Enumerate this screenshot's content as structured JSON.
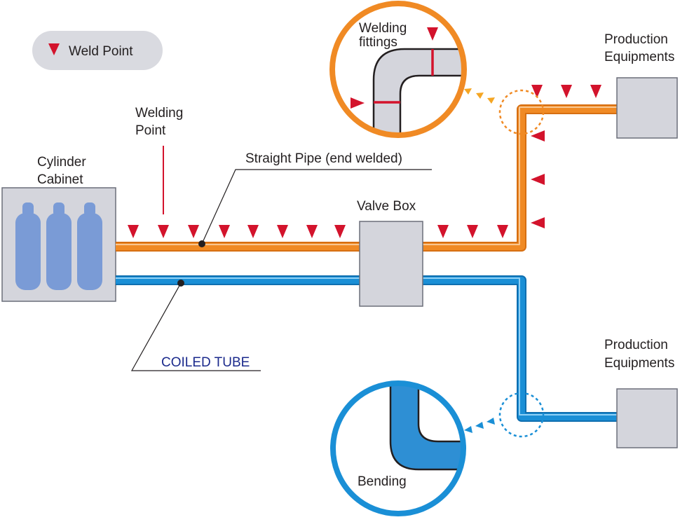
{
  "legend": {
    "label": "Weld Point",
    "marker_color": "#d3132c"
  },
  "labels": {
    "welding_point": [
      "Welding",
      "Point"
    ],
    "cylinder_cabinet": [
      "Cylinder",
      "Cabinet"
    ],
    "straight_pipe": "Straight Pipe (end welded)",
    "valve_box": "Valve Box",
    "coiled_tube": "COILED TUBE",
    "production_top": [
      "Production",
      "Equipments"
    ],
    "production_bottom": [
      "Production",
      "Equipments"
    ],
    "welding_fittings": [
      "Welding",
      "fittings"
    ],
    "bending": "Bending"
  },
  "colors": {
    "orange_pipe": "#f08a24",
    "blue_pipe": "#1a8fd6",
    "weld_red": "#d3132c",
    "box_fill": "#d4d5dc",
    "box_stroke": "#6b6e7a",
    "cylinder_fill": "#7a9bd6",
    "legend_bg": "#d9dae0",
    "coil_label": "#1b2a8c"
  }
}
